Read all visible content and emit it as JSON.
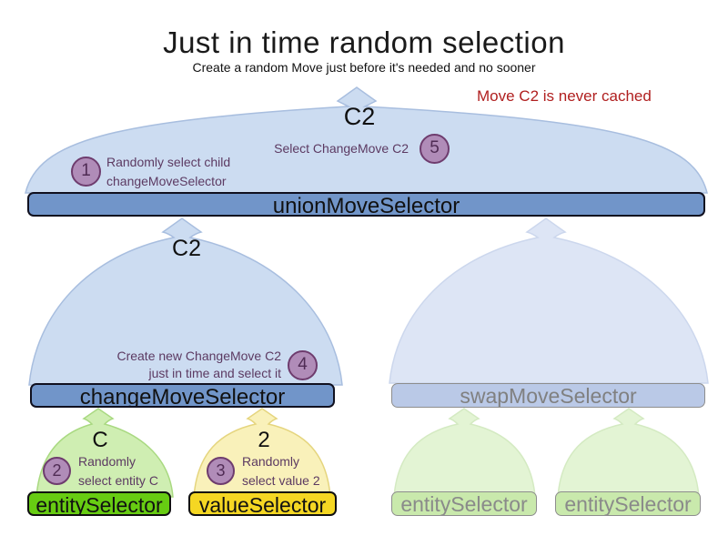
{
  "title": "Just in time random selection",
  "subtitle": "Create a random Move just before it's needed and no sooner",
  "warning": "Move C2 is never cached",
  "selectors": {
    "union": {
      "label": "unionMoveSelector",
      "selected_move": "C2"
    },
    "change": {
      "label": "changeMoveSelector",
      "selected_move": "C2"
    },
    "swap": {
      "label": "swapMoveSelector"
    },
    "entity": {
      "label": "entitySelector",
      "selected_value": "C"
    },
    "value": {
      "label": "valueSelector",
      "selected_value": "2"
    },
    "entity_faded_left": {
      "label": "entitySelector"
    },
    "entity_faded_right": {
      "label": "entitySelector"
    }
  },
  "steps": [
    {
      "number": "1",
      "line1": "Randomly select child",
      "line2": "changeMoveSelector"
    },
    {
      "number": "2",
      "line1": "Randomly",
      "line2": "select entity C"
    },
    {
      "number": "3",
      "line1": "Randomly",
      "line2": "select value 2"
    },
    {
      "number": "4",
      "line1": "Create new ChangeMove C2",
      "line2": "just in time and select it"
    },
    {
      "number": "5",
      "line1": "Select ChangeMove C2",
      "line2": ""
    }
  ],
  "colors": {
    "dome_blue": "#ccdcf1",
    "bar_blue": "#7195c9",
    "bar_blue_faded": "#bac9e7",
    "bar_green": "#67cc12",
    "bar_yellow": "#f5d723",
    "bar_green_faded": "#c9e9ac",
    "step_circle": "#b08cb8",
    "step_text": "#5c3a62",
    "warning_red": "#b01f1f"
  }
}
